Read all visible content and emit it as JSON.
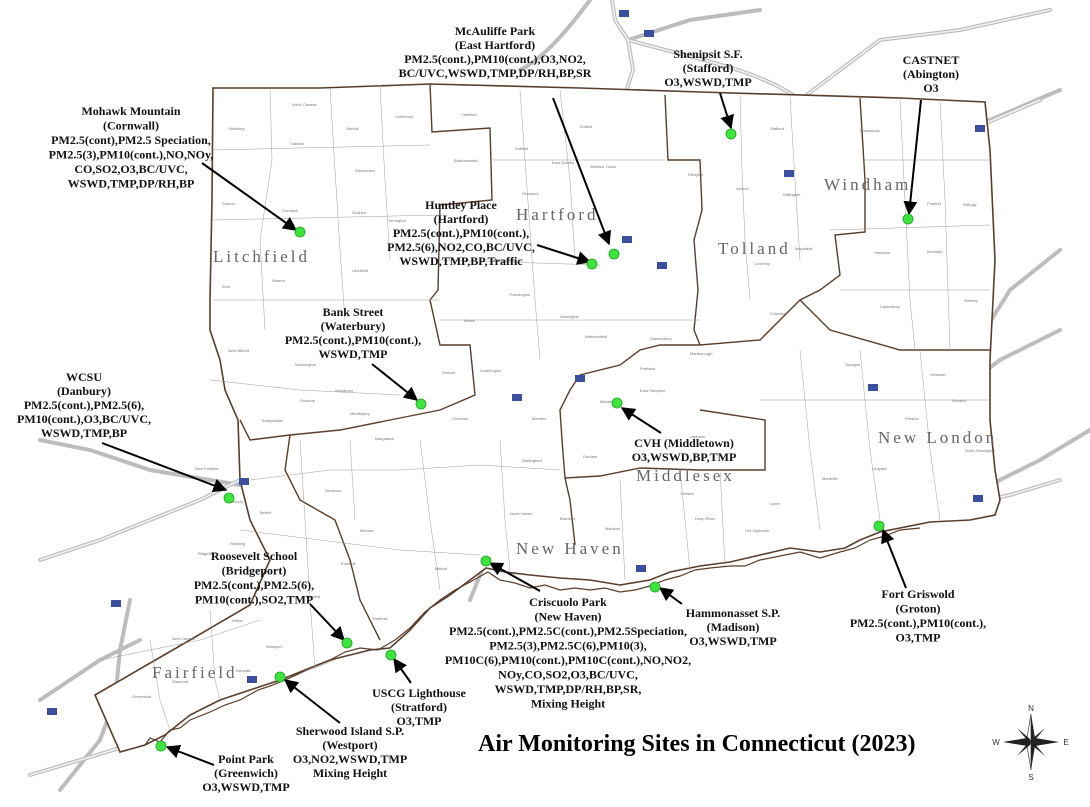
{
  "title": "Air Monitoring Sites in Connecticut (2023)",
  "counties": {
    "litchfield": "Litchfield",
    "hartford": "Hartford",
    "tolland": "Tolland",
    "windham": "Windham",
    "middlesex": "Middlesex",
    "new_london": "New London",
    "new_haven": "New Haven",
    "fairfield": "Fairfield"
  },
  "sites": [
    {
      "id": "mcauliffe",
      "lines": [
        "McAuliffe Park",
        "(East Hartford)",
        "PM2.5(cont.),PM10(cont.),O3,NO2,",
        "BC/UVC,WSWD,TMP,DP/RH,BP,SR"
      ]
    },
    {
      "id": "shenipsit",
      "lines": [
        "Shenipsit S.F.",
        "(Stafford)",
        "O3,WSWD,TMP"
      ]
    },
    {
      "id": "castnet",
      "lines": [
        "CASTNET",
        "(Abington)",
        "O3"
      ]
    },
    {
      "id": "mohawk",
      "lines": [
        "Mohawk Mountain",
        "(Cornwall)",
        "PM2.5(cont),PM2.5 Speciation,",
        "PM2.5(3),PM10(cont.),NO,NOy,",
        "CO,SO2,O3,BC/UVC,",
        "WSWD,TMP,DP/RH,BP"
      ]
    },
    {
      "id": "huntley",
      "lines": [
        "Huntley Place",
        "(Hartford)",
        "PM2.5(cont.),PM10(cont.),",
        "PM2.5(6),NO2,CO,BC/UVC,",
        "WSWD,TMP,BP,Traffic"
      ]
    },
    {
      "id": "bankstreet",
      "lines": [
        "Bank Street",
        "(Waterbury)",
        "PM2.5(cont.),PM10(cont.),",
        "WSWD,TMP"
      ]
    },
    {
      "id": "wcsu",
      "lines": [
        "WCSU",
        "(Danbury)",
        "PM2.5(cont.),PM2.5(6),",
        "PM10(cont.),O3,BC/UVC,",
        "WSWD,TMP,BP"
      ]
    },
    {
      "id": "cvh",
      "lines": [
        "CVH (Middletown)",
        "O3,WSWD,BP,TMP"
      ]
    },
    {
      "id": "roosevelt",
      "lines": [
        "Roosevelt School",
        "(Bridgeport)",
        "PM2.5(cont.),PM2.5(6),",
        "PM10(cont.),SO2,TMP"
      ]
    },
    {
      "id": "criscuolo",
      "lines": [
        "Criscuolo Park",
        "(New Haven)",
        "PM2.5(cont.),PM2.5C(cont.),PM2.5Speciation,",
        "PM2.5(3),PM2.5C(6),PM10(3),",
        "PM10C(6),PM10(cont.),PM10C(cont.),NO,NO2,",
        "NOy,CO,SO2,O3,BC/UVC,",
        "WSWD,TMP,DP/RH,BP,SR,",
        "Mixing Height"
      ]
    },
    {
      "id": "hammonasset",
      "lines": [
        "Hammonasset S.P.",
        "(Madison)",
        "O3,WSWD,TMP"
      ]
    },
    {
      "id": "fortgriswold",
      "lines": [
        "Fort Griswold",
        "(Groton)",
        "PM2.5(cont.),PM10(cont.),",
        "O3,TMP"
      ]
    },
    {
      "id": "uscg",
      "lines": [
        "USCG Lighthouse",
        "(Stratford)",
        "O3,TMP"
      ]
    },
    {
      "id": "sherwood",
      "lines": [
        "Sherwood Island S.P.",
        "(Westport)",
        "O3,NO2,WSWD,TMP",
        "Mixing Height"
      ]
    },
    {
      "id": "pointpark",
      "lines": [
        "Point Park",
        "(Greenwich)",
        "O3,WSWD,TMP"
      ]
    }
  ],
  "compass": {
    "n": "N",
    "s": "S",
    "e": "E",
    "w": "W"
  },
  "colors": {
    "site_marker": "#3ee33e",
    "border": "#5a3e2b",
    "road": "#b9b9b9",
    "label": "#111111",
    "county": "#666666"
  }
}
